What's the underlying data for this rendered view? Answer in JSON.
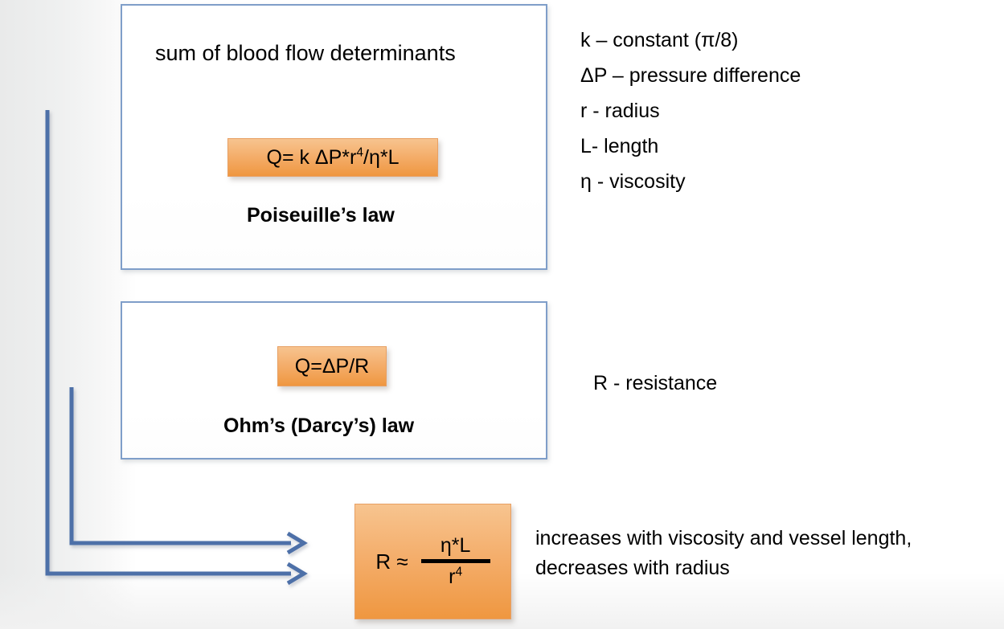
{
  "slide": {
    "title_text": "sum of blood flow determinants"
  },
  "colors": {
    "box_border": "#7f9ec9",
    "chip_orange_top": "#f7c48f",
    "chip_orange_bottom": "#ef9740",
    "connector_blue": "#4d6fa8",
    "text": "#000000"
  },
  "poiseuille_box": {
    "heading": "sum of blood flow determinants",
    "formula_prefix": "Q= k ΔP*r",
    "formula_exponent": "4",
    "formula_suffix": "/η*L",
    "law_label": "Poiseuille’s law"
  },
  "ohm_box": {
    "formula": "Q=ΔP/R",
    "law_label": "Ohm’s (Darcy’s) law"
  },
  "resistance_chip": {
    "lhs": "R ≈",
    "numerator": "η*L",
    "denominator_base": "r",
    "denominator_exponent": "4"
  },
  "legend": {
    "items": [
      "k – constant (π/8)",
      "ΔP – pressure difference",
      "r - radius",
      "L- length",
      "η - viscosity"
    ]
  },
  "resistance_legend": {
    "label": "R - resistance"
  },
  "description": {
    "line1": "increases with viscosity and vessel length,",
    "line2": "decreases with radius"
  },
  "connectors": {
    "arrow_upper_name": "ohm-to-resistance-arrow",
    "arrow_lower_name": "poiseuille-to-resistance-arrow"
  }
}
